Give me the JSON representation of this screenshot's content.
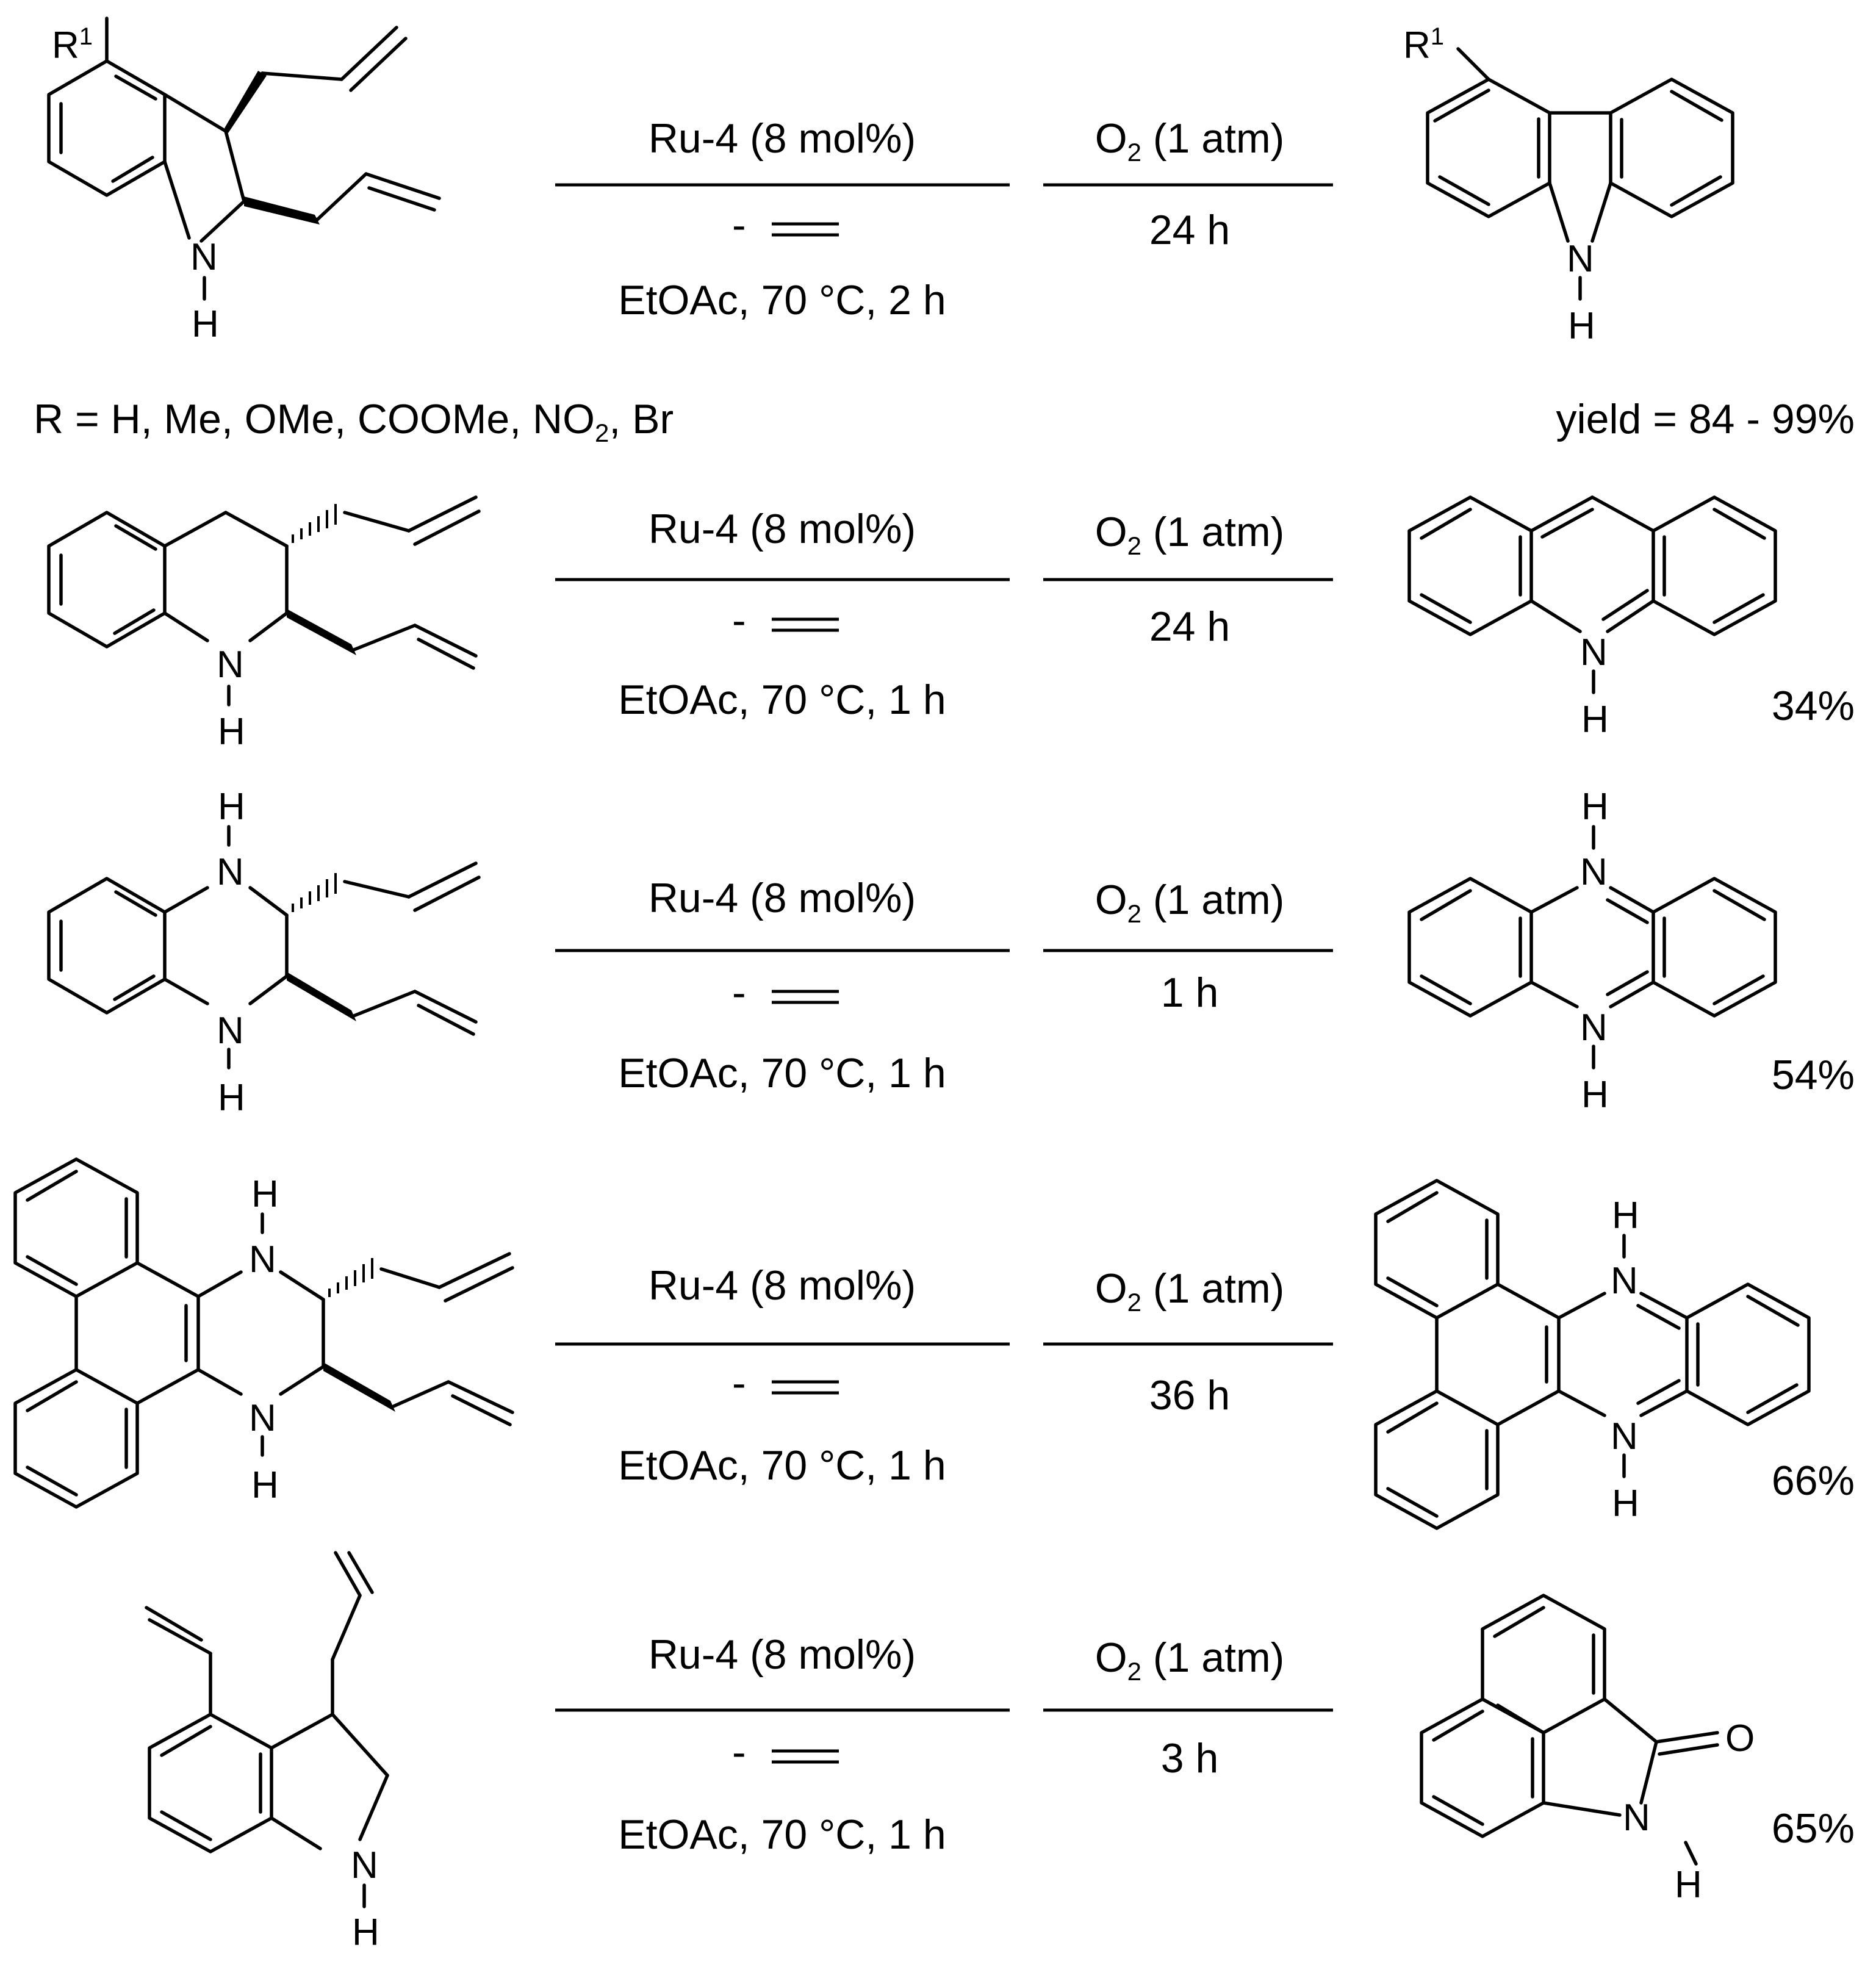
{
  "reactions": [
    {
      "step1": {
        "catalyst": "Ru-4 (8 mol%)",
        "byproduct": "- ",
        "conditions": "EtOAc, 70 °C, 2 h"
      },
      "step2": {
        "reagent_pre": "O",
        "reagent_sub": "2",
        "reagent_post": " (1 atm)",
        "time": "24 h"
      },
      "substituent_note": "R = H, Me, OMe, COOMe, NO",
      "substituent_note_sub": "2",
      "substituent_note_end": ", Br",
      "yield": "yield = 84 - 99%",
      "r_label": "R",
      "r_sup": "1"
    },
    {
      "step1": {
        "catalyst": "Ru-4 (8 mol%)",
        "byproduct": "- ",
        "conditions": "EtOAc, 70 °C, 1 h"
      },
      "step2": {
        "reagent_pre": "O",
        "reagent_sub": "2",
        "reagent_post": " (1 atm)",
        "time": "24 h"
      },
      "yield": "34%"
    },
    {
      "step1": {
        "catalyst": "Ru-4 (8 mol%)",
        "byproduct": "- ",
        "conditions": "EtOAc, 70 °C, 1 h"
      },
      "step2": {
        "reagent_pre": "O",
        "reagent_sub": "2",
        "reagent_post": " (1 atm)",
        "time": "1 h"
      },
      "yield": "54%"
    },
    {
      "step1": {
        "catalyst": "Ru-4 (8 mol%)",
        "byproduct": "- ",
        "conditions": "EtOAc, 70 °C, 1 h"
      },
      "step2": {
        "reagent_pre": "O",
        "reagent_sub": "2",
        "reagent_post": " (1 atm)",
        "time": "36 h"
      },
      "yield": "66%"
    },
    {
      "step1": {
        "catalyst": "Ru-4 (8 mol%)",
        "byproduct": "- ",
        "conditions": "EtOAc, 70 °C, 1 h"
      },
      "step2": {
        "reagent_pre": "O",
        "reagent_sub": "2",
        "reagent_post": " (1 atm)",
        "time": "3 h"
      },
      "yield": "65%"
    }
  ],
  "atoms": {
    "N": "N",
    "H": "H",
    "O": "O"
  }
}
